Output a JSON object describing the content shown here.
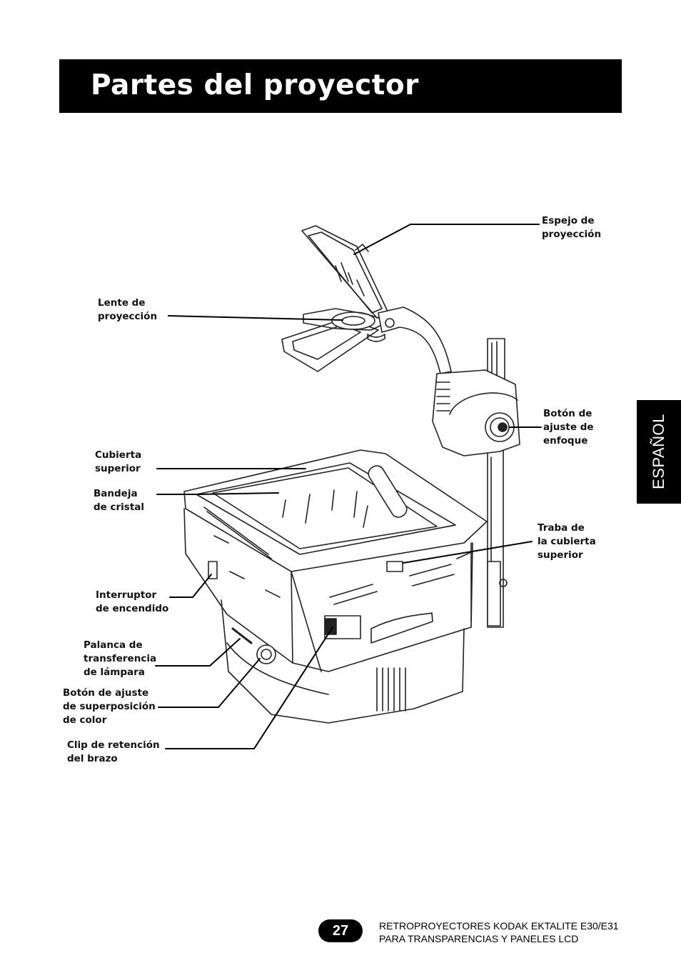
{
  "header": {
    "title": "Partes del proyector"
  },
  "side_tab": {
    "label": "ESPAÑOL"
  },
  "labels": {
    "mirror": "Espejo de\nproyección",
    "lens": "Lente de\nproyección",
    "focus_knob": "Botón de\najuste de\nenfoque",
    "top_cover": "Cubierta\nsuperior",
    "glass_tray": "Bandeja\nde cristal",
    "cover_latch": "Traba de\nla cubierta\nsuperior",
    "power_switch": "Interruptor\nde encendido",
    "lamp_lever": "Palanca de\ntransferencia\nde lámpara",
    "color_knob": "Botón de ajuste\nde superposición\nde color",
    "arm_clip": "Clip de retención\ndel brazo"
  },
  "footer": {
    "page_number": "27",
    "line1": "RETROPROYECTORES KODAK EKTALITE E30/E31",
    "line2": "PARA TRANSPARENCIAS Y PANELES LCD"
  }
}
